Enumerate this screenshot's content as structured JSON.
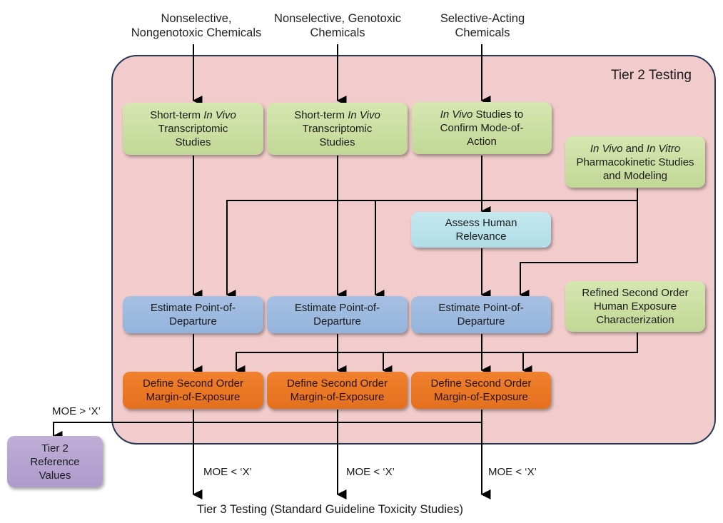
{
  "inputs": [
    {
      "line1": "Nonselective,",
      "line2": "Nongenotoxic Chemicals"
    },
    {
      "line1": "Nonselective, Genotoxic",
      "line2": "Chemicals"
    },
    {
      "line1": "Selective-Acting",
      "line2": "Chemicals"
    }
  ],
  "frame": {
    "title": "Tier 2 Testing"
  },
  "row1": [
    {
      "pre": "Short-term ",
      "ital": "In Vivo",
      "post": "",
      "line2": "Transcriptomic",
      "line3": "Studies"
    },
    {
      "pre": "Short-term ",
      "ital": "In Vivo",
      "post": "",
      "line2": "Transcriptomic",
      "line3": "Studies"
    },
    {
      "pre": "",
      "ital": "In Vivo",
      "post": " Studies to",
      "line2": "Confirm Mode-of-",
      "line3": "Action"
    }
  ],
  "pk_box": {
    "ital1": "In Vivo",
    "mid": " and ",
    "ital2": "In Vitro",
    "line2": "Pharmacokinetic Studies",
    "line3": "and Modeling"
  },
  "relevance_box": {
    "line1": "Assess Human",
    "line2": "Relevance"
  },
  "pod_boxes": [
    {
      "line1": "Estimate Point-of-",
      "line2": "Departure"
    },
    {
      "line1": "Estimate Point-of-",
      "line2": "Departure"
    },
    {
      "line1": "Estimate Point-of-",
      "line2": "Departure"
    }
  ],
  "exposure_box": {
    "line1": "Refined Second Order",
    "line2": "Human Exposure",
    "line3": "Characterization"
  },
  "moe_boxes": [
    {
      "line1": "Define Second Order",
      "line2": "Margin-of-Exposure"
    },
    {
      "line1": "Define Second Order",
      "line2": "Margin-of-Exposure"
    },
    {
      "line1": "Define Second Order",
      "line2": "Margin-of-Exposure"
    }
  ],
  "moe_greater": "MOE > ‘X’",
  "moe_less": [
    "MOE < ‘X’",
    "MOE < ‘X’",
    "MOE < ‘X’"
  ],
  "reference_box": {
    "line1": "Tier 2",
    "line2": "Reference",
    "line3": "Values"
  },
  "tier3_label": "Tier 3 Testing (Standard Guideline Toxicity Studies)",
  "colors": {
    "frame_fill": "#f2cccc",
    "frame_border": "#25385a",
    "green": "#c8dc9e",
    "cyan": "#b6e0e9",
    "blue": "#9db9df",
    "orange": "#e97625",
    "purple": "#b5a3d0"
  }
}
